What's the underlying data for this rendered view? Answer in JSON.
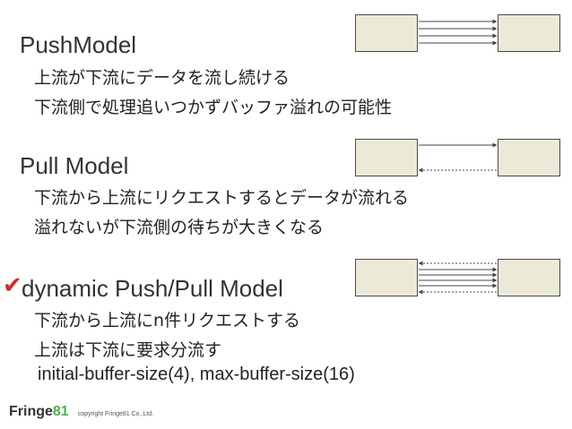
{
  "sections": [
    {
      "title": "PushModel",
      "lines": [
        "上流が下流にデータを流し続ける",
        "下流側で処理追いつかずバッファ溢れの可能性"
      ]
    },
    {
      "title": "Pull Model",
      "lines": [
        "下流から上流にリクエストするとデータが流れる",
        "溢れないが下流側の待ちが大きくなる"
      ]
    },
    {
      "title": "dynamic Push/Pull Model",
      "marker": "✔",
      "lines": [
        "下流から上流にn件リクエストする",
        "上流は下流に要求分流す",
        "initial-buffer-size(4), max-buffer-size(16)"
      ]
    }
  ],
  "footer": {
    "logo_main": "Fringe",
    "logo_num": "81",
    "copyright": "copyright Fringe81 Co.,Ltd."
  },
  "colors": {
    "box_fill": "#ede9d8",
    "check": "#d42a2a",
    "logo_accent": "#4db24d"
  }
}
